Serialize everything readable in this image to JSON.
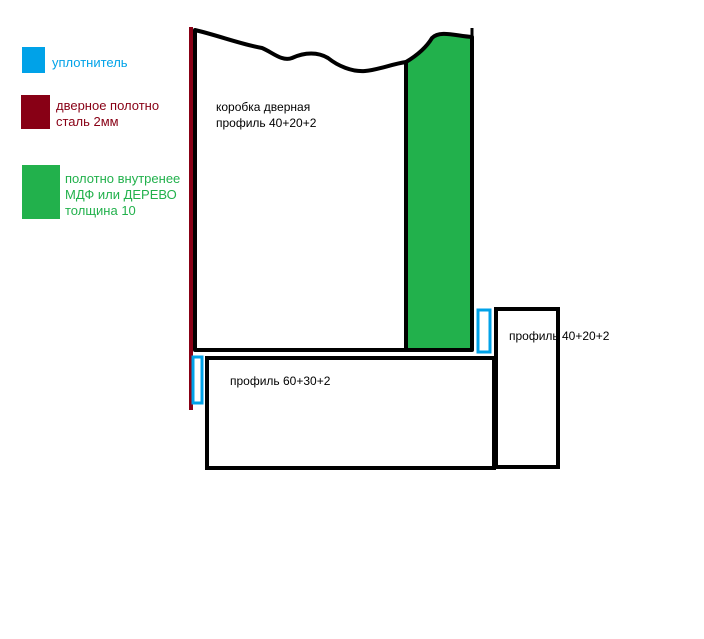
{
  "colors": {
    "seal": "#00a2e8",
    "steel": "#880015",
    "wood": "#22b14c",
    "outline": "#000000",
    "background": "#ffffff"
  },
  "legend": [
    {
      "id": "seal",
      "text": "уплотнитель"
    },
    {
      "id": "steel",
      "text": "дверное полотно\nсталь 2мм"
    },
    {
      "id": "wood",
      "text": " полотно внутренее\nМДФ или ДЕРЕВО\nтолщина 10"
    }
  ],
  "labels": {
    "frame_box": "коробка дверная\nпрофиль 40+20+2",
    "profile_bottom": "профиль 60+30+2",
    "profile_right": "профиль 40+20+2"
  }
}
